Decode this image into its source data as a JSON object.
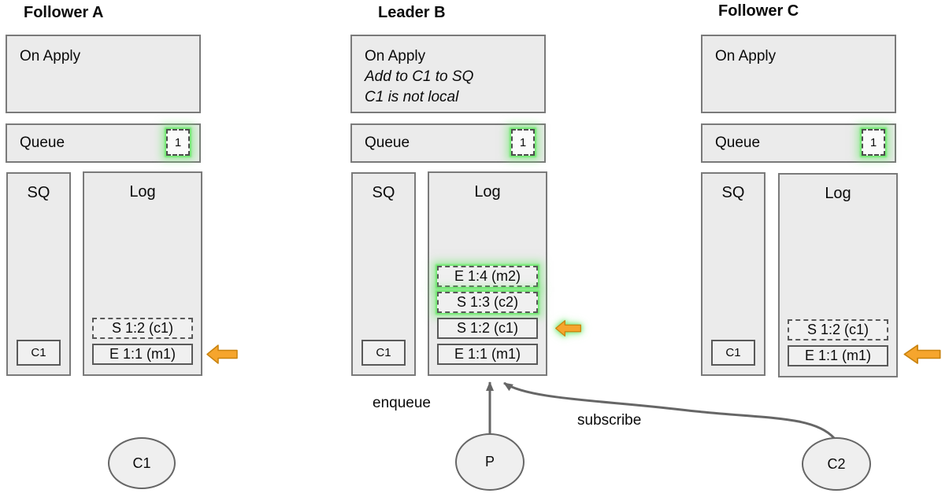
{
  "columns": {
    "a": {
      "title": "Follower A",
      "on_apply_line1": "On Apply",
      "queue_label": "Queue",
      "queue_count": "1",
      "sq_label": "SQ",
      "sq_item": "C1",
      "log_label": "Log",
      "log_entries": [
        {
          "text": "S 1:2 (c1)",
          "style": "dashed",
          "glow": false
        },
        {
          "text": "E 1:1 (m1)",
          "style": "solid",
          "glow": false
        }
      ]
    },
    "b": {
      "title": "Leader B",
      "on_apply_line1": "On Apply",
      "on_apply_line2": "Add to C1 to SQ",
      "on_apply_line3": "C1 is not local",
      "queue_label": "Queue",
      "queue_count": "1",
      "sq_label": "SQ",
      "sq_item": "C1",
      "log_label": "Log",
      "log_entries": [
        {
          "text": "E 1:4 (m2)",
          "style": "dashed",
          "glow": true
        },
        {
          "text": "S 1:3 (c2)",
          "style": "dashed",
          "glow": true
        },
        {
          "text": "S 1:2 (c1)",
          "style": "solid",
          "glow": false
        },
        {
          "text": "E 1:1 (m1)",
          "style": "solid",
          "glow": false
        }
      ]
    },
    "c": {
      "title": "Follower C",
      "on_apply_line1": "On Apply",
      "queue_label": "Queue",
      "queue_count": "1",
      "sq_label": "SQ",
      "sq_item": "C1",
      "log_label": "Log",
      "log_entries": [
        {
          "text": "S 1:2 (c1)",
          "style": "dashed",
          "glow": false
        },
        {
          "text": "E 1:1 (m1)",
          "style": "solid",
          "glow": false
        }
      ]
    }
  },
  "actors": {
    "c1": "C1",
    "p": "P",
    "c2": "C2"
  },
  "edge_labels": {
    "enqueue": "enqueue",
    "subscribe": "subscribe"
  },
  "icons": {
    "apply_pointer": "orange-left-block-arrow",
    "queue_badge": "green-glow-dashed-slot"
  },
  "colors": {
    "box_fill": "#ebebeb",
    "box_border": "#7a7a7a",
    "entry_border": "#595959",
    "arrow_fill": "#f6a52d",
    "arrow_stroke": "#c9830f",
    "glow_green": "#6ee86e",
    "connector_gray": "#666666"
  }
}
